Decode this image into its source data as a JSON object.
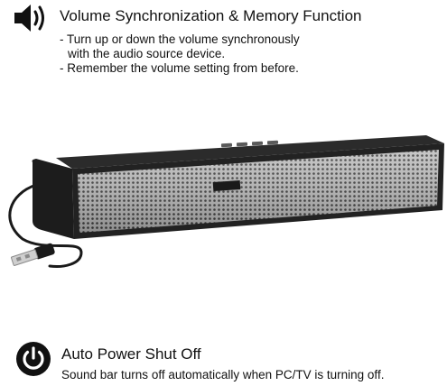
{
  "volume_feature": {
    "icon": "speaker-volume-icon",
    "title": "Volume Synchronization & Memory Function",
    "bullets": [
      "- Turn up or down the volume synchronously",
      "with the audio source device.",
      "- Remember the volume setting from before."
    ]
  },
  "product": {
    "icon": "usb-soundbar-image",
    "brand_badge": "",
    "grille_color": "#9a9a9a",
    "body_color": "#222222"
  },
  "power_feature": {
    "icon": "power-icon",
    "title": "Auto Power Shut Off",
    "description": "Sound bar turns off automatically when PC/TV is turning off."
  }
}
